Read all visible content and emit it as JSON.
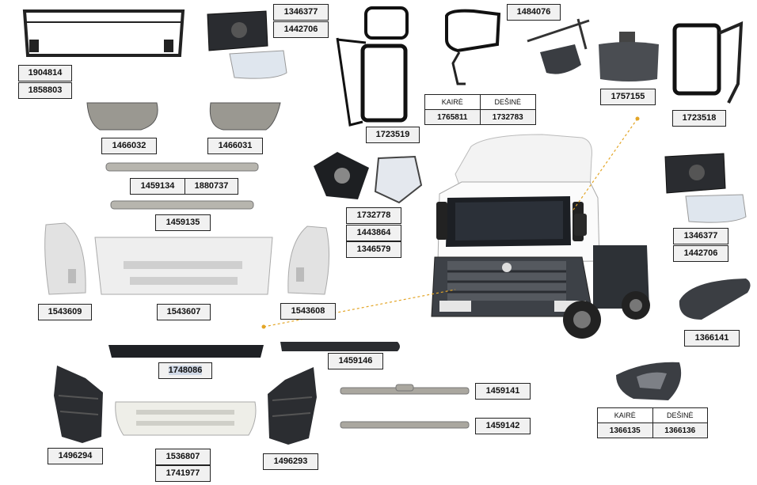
{
  "parts": {
    "grille_frame": {
      "codes": [
        "1904814",
        "1858803"
      ]
    },
    "mirror_glass_a": {
      "codes": [
        "1346377",
        "1442706"
      ]
    },
    "wide_mirror_left": {
      "codes": [
        "1723519"
      ]
    },
    "mirror_side": {
      "header": [
        "KAIRĖ",
        "DEŠINĖ"
      ],
      "codes": [
        "1765811",
        "1732783"
      ]
    },
    "kerb_mirror_arm": {
      "codes": [
        "1484076"
      ]
    },
    "front_mirror": {
      "codes": [
        "1757155"
      ]
    },
    "wide_mirror_right": {
      "codes": [
        "1723518"
      ]
    },
    "step_left": {
      "codes": [
        "1466032"
      ]
    },
    "step_right": {
      "codes": [
        "1466031"
      ]
    },
    "grille_strip_upper": {
      "codes": [
        "1459134",
        "1880737"
      ]
    },
    "grille_strip_lower": {
      "codes": [
        "1459135"
      ]
    },
    "mirror_plate_glass": {
      "codes": [
        "1732778",
        "1443864",
        "1346579"
      ]
    },
    "mirror_glass_b": {
      "codes": [
        "1346377",
        "1442706"
      ]
    },
    "corner_left": {
      "codes": [
        "1543609"
      ]
    },
    "front_panel": {
      "codes": [
        "1543607"
      ]
    },
    "corner_right": {
      "codes": [
        "1543608"
      ]
    },
    "mirror_cover": {
      "codes": [
        "1366141"
      ]
    },
    "bumper_beam": {
      "codes": [
        "1748086"
      ]
    },
    "bumper_strip": {
      "codes": [
        "1459146"
      ]
    },
    "trim_upper": {
      "codes": [
        "1459141"
      ]
    },
    "trim_lower": {
      "codes": [
        "1459142"
      ]
    },
    "mirror_housing": {
      "header": [
        "KAIRĖ",
        "DEŠINĖ"
      ],
      "codes": [
        "1366135",
        "1366136"
      ]
    },
    "bracket_left": {
      "codes": [
        "1496294"
      ]
    },
    "bumper_grille": {
      "codes": [
        "1536807",
        "1741977"
      ]
    },
    "bracket_right": {
      "codes": [
        "1496293"
      ]
    }
  },
  "colors": {
    "label_bg": "#f1f1f1",
    "label_border": "#222222",
    "highlight": "#cfd8e6",
    "leader": "#e3a526"
  }
}
